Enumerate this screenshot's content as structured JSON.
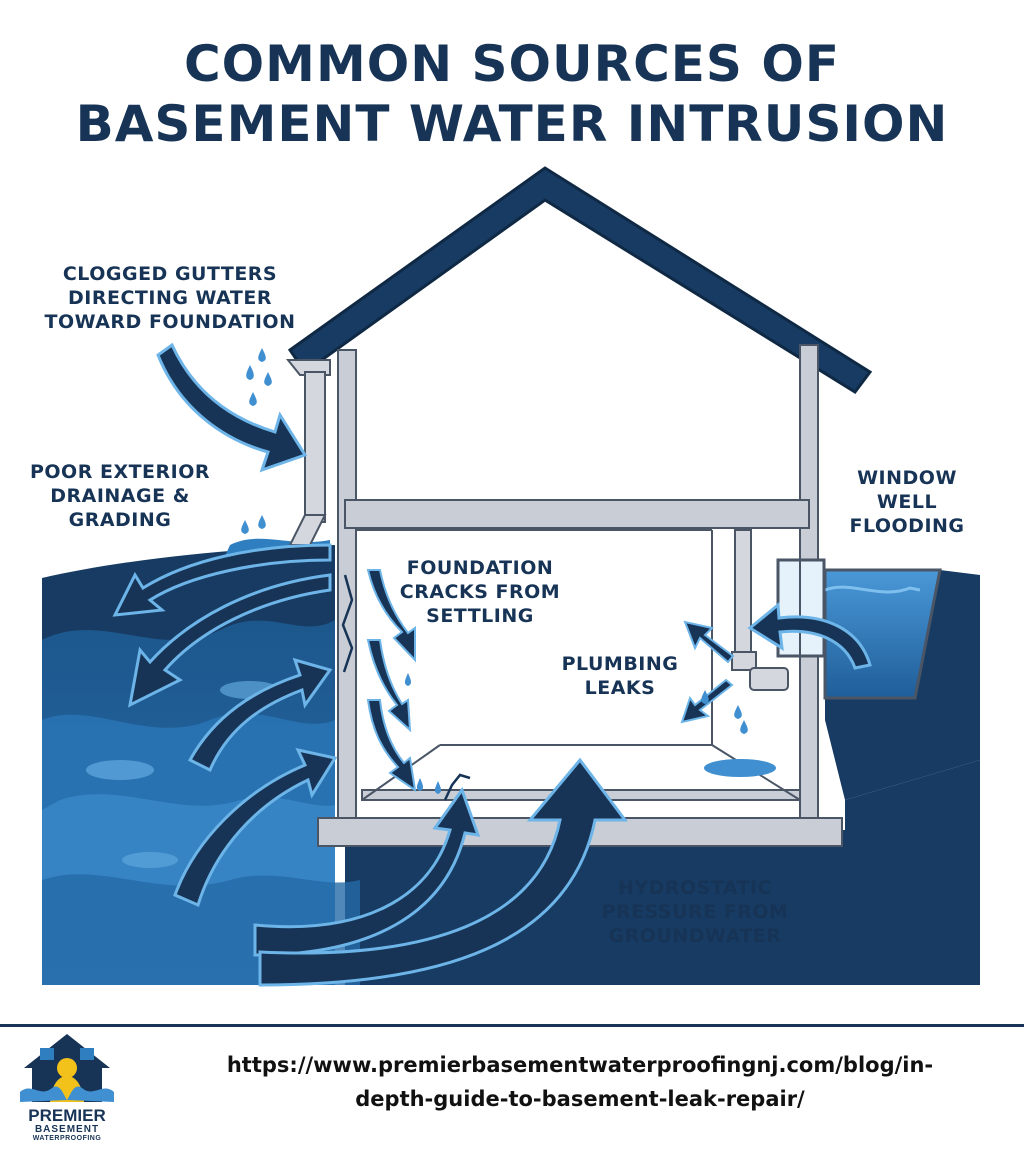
{
  "title": {
    "line1": "COMMON SOURCES OF",
    "line2": "BASEMENT WATER INTRUSION"
  },
  "labels": {
    "gutters": [
      "CLOGGED GUTTERS",
      "DIRECTING WATER",
      "TOWARD FOUNDATION"
    ],
    "drainage": [
      "POOR EXTERIOR",
      "DRAINAGE &",
      "GRADING"
    ],
    "window_well": [
      "WINDOW",
      "WELL",
      "FLOODING"
    ],
    "cracks": [
      "FOUNDATION",
      "CRACKS FROM",
      "SETTLING"
    ],
    "plumbing": [
      "PLUMBING",
      "LEAKS"
    ],
    "hydrostatic": [
      "HYDROSTATIC",
      "PRESSURE FROM",
      "GROUNDWATER"
    ]
  },
  "logo": {
    "word1": "PREMIER",
    "word2": "BASEMENT",
    "word3": "WATERPROOFING"
  },
  "footer": {
    "url_line1": "https://www.premierbasementwaterproofingnj.com/blog/in-",
    "url_line2": "depth-guide-to-basement-leak-repair/"
  },
  "colors": {
    "navy": "#173456",
    "deep_blue": "#16436e",
    "water_blue": "#2f7fc0",
    "light_blue": "#5aa8e0",
    "wall_gray": "#c9ced6"
  }
}
